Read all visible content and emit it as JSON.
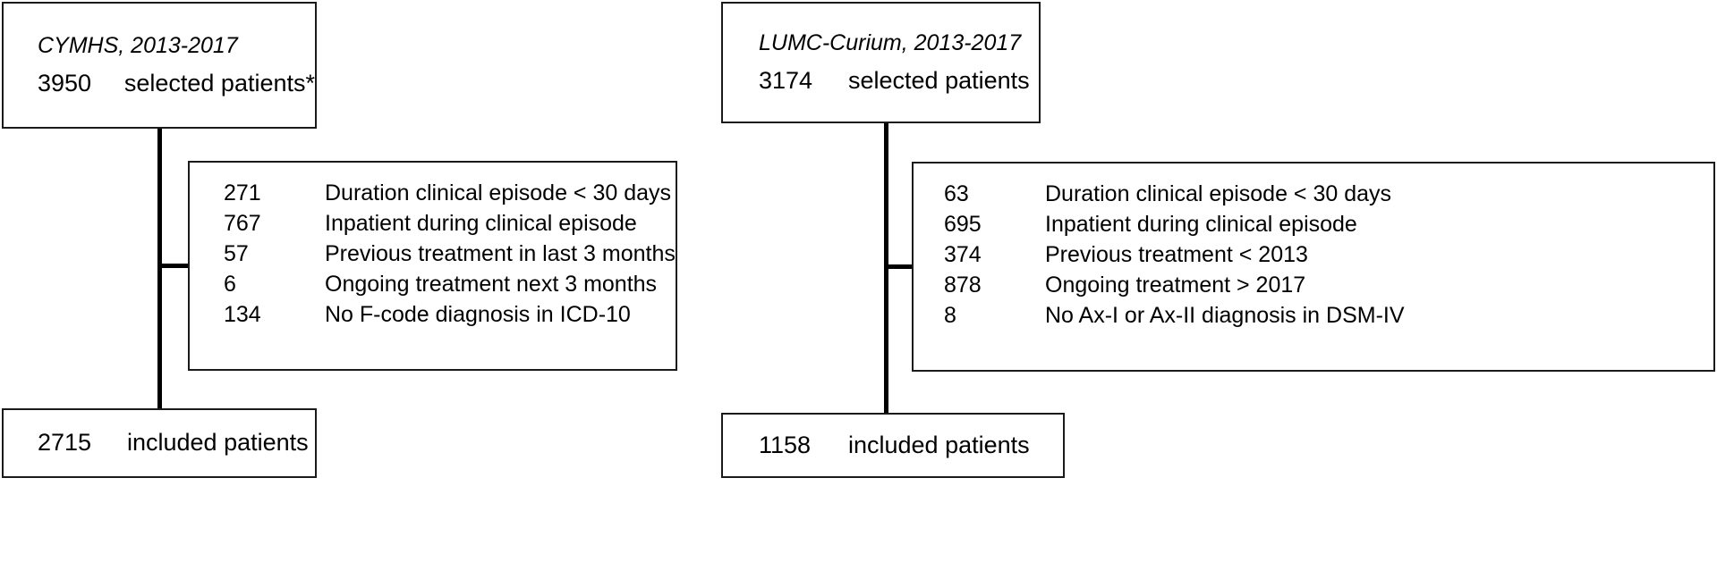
{
  "figure": {
    "type": "flowchart",
    "kind": "participant-flow-diagram",
    "panels": [
      {
        "id": "cymhs",
        "source": {
          "title": "CYMHS, 2013-2017",
          "count": "3950",
          "label": "selected patients*"
        },
        "exclusions": {
          "rows": [
            {
              "count": "271",
              "reason": "Duration clinical episode < 30 days"
            },
            {
              "count": "767",
              "reason": "Inpatient during clinical episode"
            },
            {
              "count": "57",
              "reason": "Previous treatment in last 3 months"
            },
            {
              "count": "6",
              "reason": "Ongoing treatment next 3 months"
            },
            {
              "count": "134",
              "reason": "No F-code diagnosis in ICD-10"
            }
          ]
        },
        "included": {
          "count": "2715",
          "label": "included patients"
        }
      },
      {
        "id": "lumc-curium",
        "source": {
          "title": "LUMC-Curium, 2013-2017",
          "count": "3174",
          "label": "selected patients"
        },
        "exclusions": {
          "rows": [
            {
              "count": "63",
              "reason": "Duration clinical episode < 30 days"
            },
            {
              "count": "695",
              "reason": "Inpatient during clinical episode"
            },
            {
              "count": "374",
              "reason": "Previous treatment < 2013"
            },
            {
              "count": "878",
              "reason": "Ongoing treatment > 2017"
            },
            {
              "count": "8",
              "reason": "No Ax-I or Ax-II diagnosis in DSM-IV"
            }
          ]
        },
        "included": {
          "count": "1158",
          "label": "included patients"
        }
      }
    ],
    "colors": {
      "border": "#1a1a1a",
      "connector": "#000000",
      "text": "#000000",
      "background": "#ffffff"
    }
  }
}
